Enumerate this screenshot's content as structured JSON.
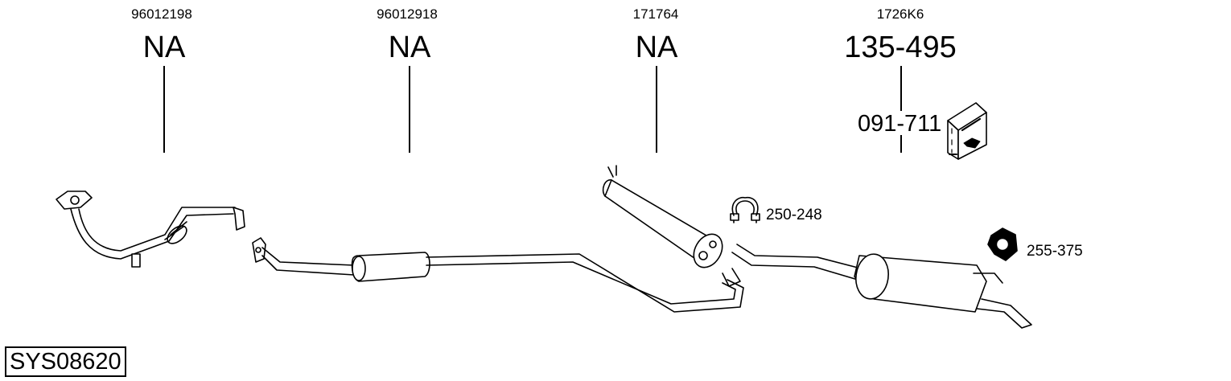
{
  "columns": [
    {
      "oem": "96012198",
      "part": "NA"
    },
    {
      "oem": "96012918",
      "part": "NA"
    },
    {
      "oem": "171764",
      "part": "NA"
    },
    {
      "oem": "1726K6",
      "part": "135-495"
    }
  ],
  "kit_label": "091-711",
  "clamp_label": "250-248",
  "gasket_label": "255-375",
  "system_code": "SYS08620"
}
